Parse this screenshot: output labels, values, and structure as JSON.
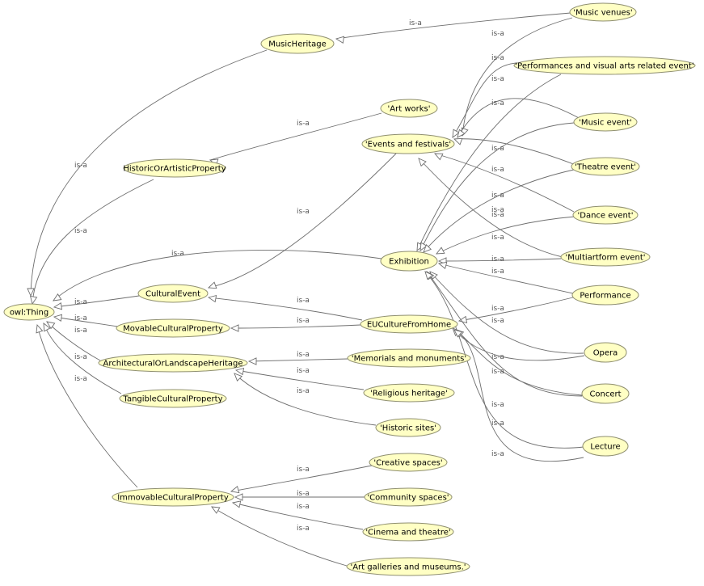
{
  "nodes": {
    "owl_thing": "owl:Thing",
    "music_heritage": "MusicHeritage",
    "historic_artistic": "HistoricOrArtisticProperty",
    "art_works": "'Art works'",
    "cultural_event": "CulturalEvent",
    "movable": "MovableCulturalProperty",
    "architectural": "ArchitecturalOrLandscapeHeritage",
    "tangible": "TangibleCulturalProperty",
    "immovable": "ImmovableCulturalProperty",
    "events_festivals": "'Events and festivals'",
    "exhibition": "Exhibition",
    "eu_culture": "EUCultureFromHome",
    "music_venues": "'Music venues'",
    "performances_visual": "'Performances and visual arts related event'",
    "music_event": "'Music event'",
    "theatre_event": "'Theatre event'",
    "dance_event": "'Dance event'",
    "multiartform": "'Multiartform event'",
    "performance": "Performance",
    "opera": "Opera",
    "concert": "Concert",
    "lecture": "Lecture",
    "memorials": "'Memorials and monuments'",
    "religious": "'Religious heritage'",
    "historic_sites": "'Historic sites'",
    "creative": "'Creative spaces'",
    "community": "'Community spaces'",
    "cinema": "'Cinema and theatre'",
    "galleries": "'Art galleries and museums.'"
  },
  "edge_label": "is-a",
  "colors": {
    "node_fill": "#ffffc4",
    "node_stroke": "#8f8f70",
    "edge": "#6e6e6e",
    "edge_label": "#555555"
  }
}
